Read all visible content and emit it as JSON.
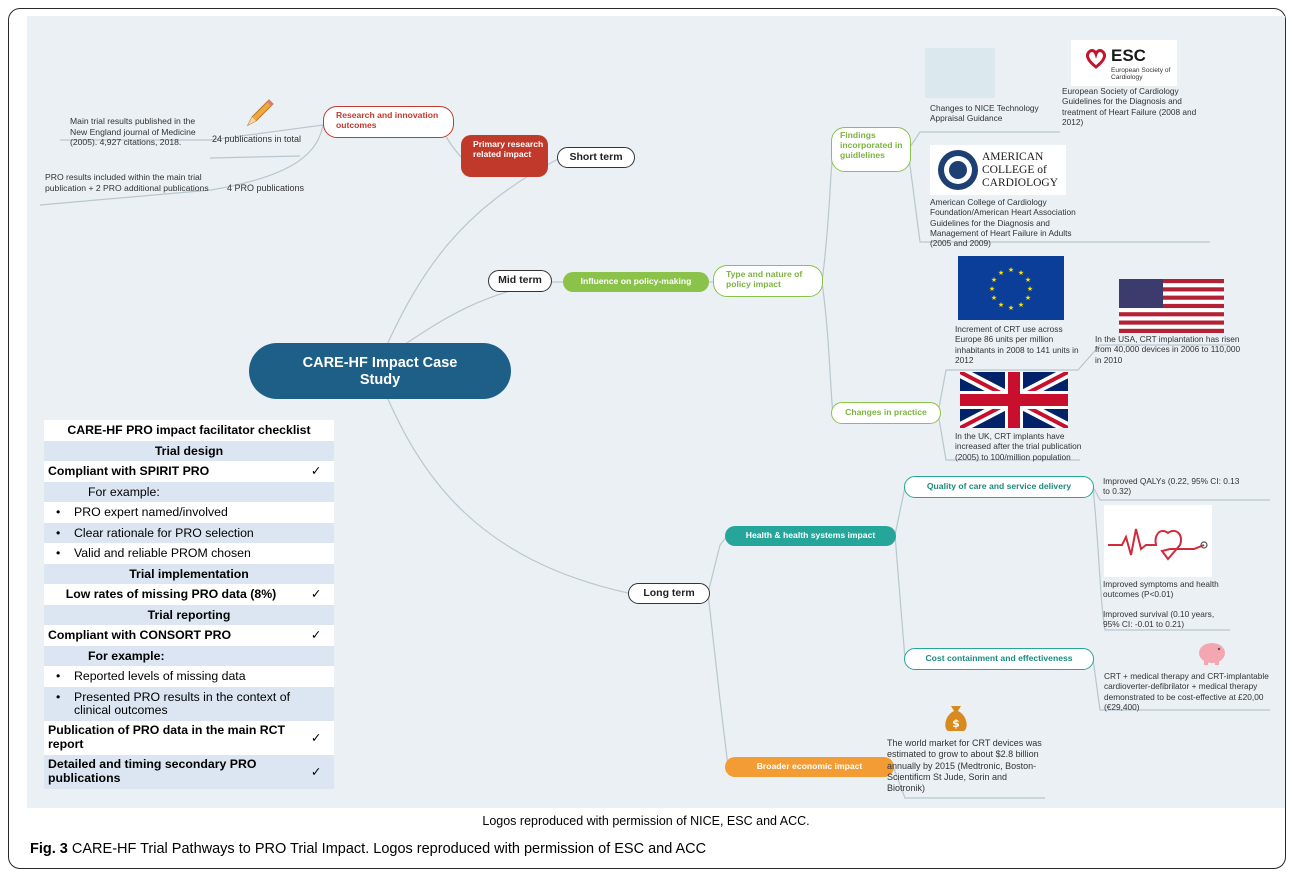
{
  "diagram": {
    "central": "CARE-HF Impact Case Study",
    "short_term": "Short term",
    "mid_term": "Mid term",
    "long_term": "Long term",
    "primary_impact": "Primary research related impact",
    "research_outcomes": "Research and innovation outcomes",
    "pubs_total": "24 publications in total",
    "pro_pubs": "4 PRO publications",
    "main_trial": "Main trial results published in the New England journal of Medicine (2005). 4,927 citations, 2018.",
    "pro_results": "PRO results included within the main trial publication + 2 PRO additional publications",
    "influence": "Influence on policy-making",
    "type_nature": "Type and nature of policy impact",
    "findings": "Findings incorporated in guidlelines",
    "changes_practice": "Changes in practice",
    "nice_text": "Changes to NICE Technology Appraisal Guidance",
    "esc_logo": "ESC",
    "esc_logo_sub": "European Society of Cardiology",
    "esc_text": "European Society of Cardiology Guidelines for the Diagnosis and treatment of Heart Failure (2008 and 2012)",
    "acc_logo": "AMERICAN COLLEGE of CARDIOLOGY",
    "acc_text": "American College of Cardiology Foundation/American Heart Association Guidelines for the Diagnosis and Management of Heart Failure in Adults (2005 and 2009)",
    "eu_text": "Increment of CRT use across Europe 86 units per million inhabitants in 2008 to 141 units in 2012",
    "us_text": "In the USA, CRT implantation has risen from 40,000 devices in 2006 to 110,000 in 2010",
    "uk_text": "In the UK, CRT implants have increased after the trial publication (2005) to 100/million population",
    "health_impact": "Health & health systems impact",
    "quality_care": "Quality of care and service delivery",
    "qalys": "Improved QALYs (0.22, 95% CI: 0.13 to 0.32)",
    "symptoms": "Improved symptoms and health outcomes (P<0.01)",
    "survival": "Improved survival (0.10 years, 95% CI: -0.01 to 0.21)",
    "cost_containment": "Cost containment and effectiveness",
    "cost_text": "CRT + medical therapy and CRT-implantable cardioverter-defibrilator + medical therapy demonstrated to be cost-effective at £20,00 (€29,400)",
    "broader_econ": "Broader economic impact",
    "market_text": "The world market for CRT devices was estimated to grow to about $2.8 billion annually by 2015 (Medtronic, Boston-Scientificm St Jude, Sorin and Biotronik)"
  },
  "checklist": {
    "title": "CARE-HF PRO impact facilitator checklist",
    "trial_design": "Trial design",
    "spirit": "Compliant with SPIRIT PRO",
    "for_example": "For example:",
    "d1": "PRO expert named/involved",
    "d2": "Clear rationale for PRO selection",
    "d3": "Valid and reliable PROM chosen",
    "trial_impl": "Trial implementation",
    "low_rates": "Low rates of missing PRO data (8%)",
    "trial_reporting": "Trial reporting",
    "consort": "Compliant with CONSORT PRO",
    "for_example2": "For example:",
    "r1": "Reported levels of missing data",
    "r2": "Presented PRO results in the context of clinical outcomes",
    "publication": "Publication of PRO data in the main RCT report",
    "detailed": "Detailed and timing secondary PRO publications",
    "check": "✓"
  },
  "caption_permission": "Logos reproduced with permission of NICE, ESC and ACC.",
  "caption_fig": "Fig. 3",
  "caption_text": "CARE-HF Trial Pathways to PRO Trial Impact. Logos reproduced with permission of ESC and ACC",
  "colors": {
    "central": "#1e5f87",
    "red": "#c0392b",
    "green": "#8bc34a",
    "teal": "#26a69a",
    "orange": "#f39c33",
    "checklist_blue": "#dbe6f2"
  }
}
